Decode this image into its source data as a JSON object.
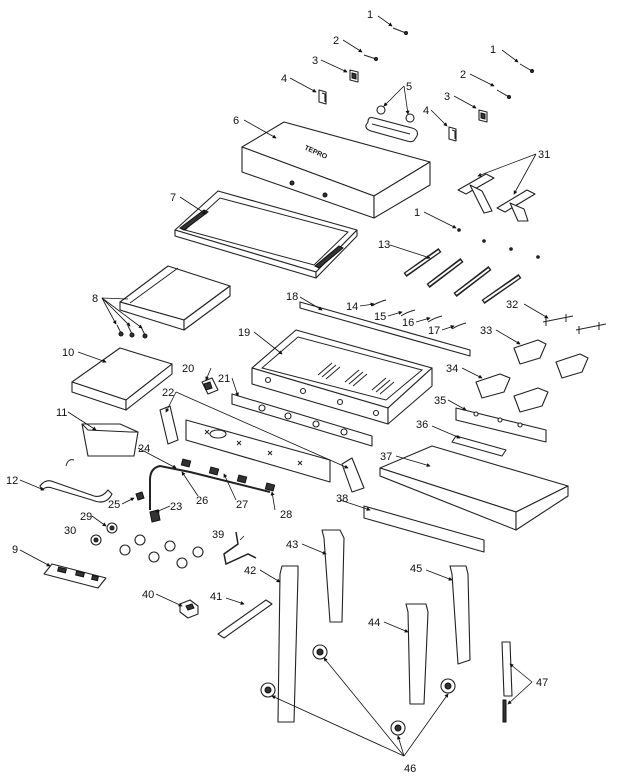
{
  "diagram": {
    "brand_mark": "TEPRO",
    "labels": [
      "1",
      "1",
      "1",
      "2",
      "2",
      "3",
      "3",
      "4",
      "4",
      "5",
      "6",
      "7",
      "8",
      "9",
      "10",
      "11",
      "12",
      "13",
      "14",
      "15",
      "16",
      "17",
      "18",
      "19",
      "20",
      "21",
      "22",
      "23",
      "24",
      "25",
      "26",
      "27",
      "28",
      "29",
      "30",
      "31",
      "32",
      "33",
      "34",
      "35",
      "36",
      "37",
      "38",
      "39",
      "40",
      "41",
      "42",
      "43",
      "44",
      "45",
      "46",
      "47"
    ]
  }
}
